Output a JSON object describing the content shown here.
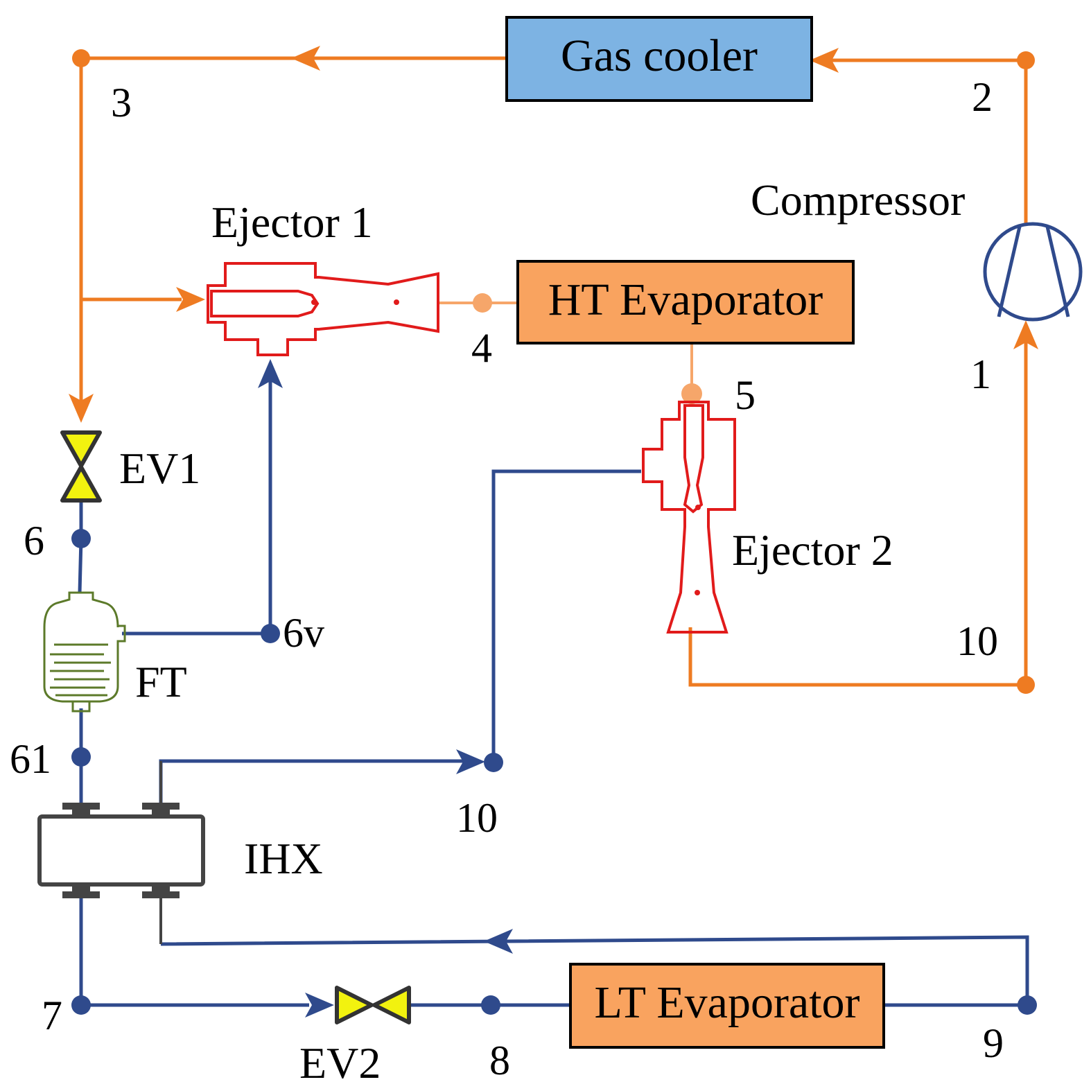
{
  "components": {
    "gas_cooler": "Gas cooler",
    "ht_evaporator": "HT Evaporator",
    "lt_evaporator": "LT Evaporator",
    "compressor": "Compressor",
    "ejector1": "Ejector 1",
    "ejector2": "Ejector 2",
    "ev1": "EV1",
    "ev2": "EV2",
    "ft": "FT",
    "ihx": "IHX"
  },
  "points": {
    "p1": "1",
    "p2": "2",
    "p3": "3",
    "p4": "4",
    "p5": "5",
    "p6": "6",
    "p6v": "6v",
    "p61": "61",
    "p7": "7",
    "p8": "8",
    "p9": "9",
    "p10_right": "10",
    "p10_mid": "10"
  },
  "colors": {
    "high_pressure": "#EE7B22",
    "mid_pressure": "#F6A66A",
    "low_pressure": "#2F4A8C",
    "gas_cooler_fill": "#7DB3E3",
    "evaporator_fill": "#F9A35F",
    "ejector": "#E11B1B",
    "valve_fill": "#F2F20F",
    "flash_tank": "#5C7A2A",
    "ihx": "#444444"
  }
}
